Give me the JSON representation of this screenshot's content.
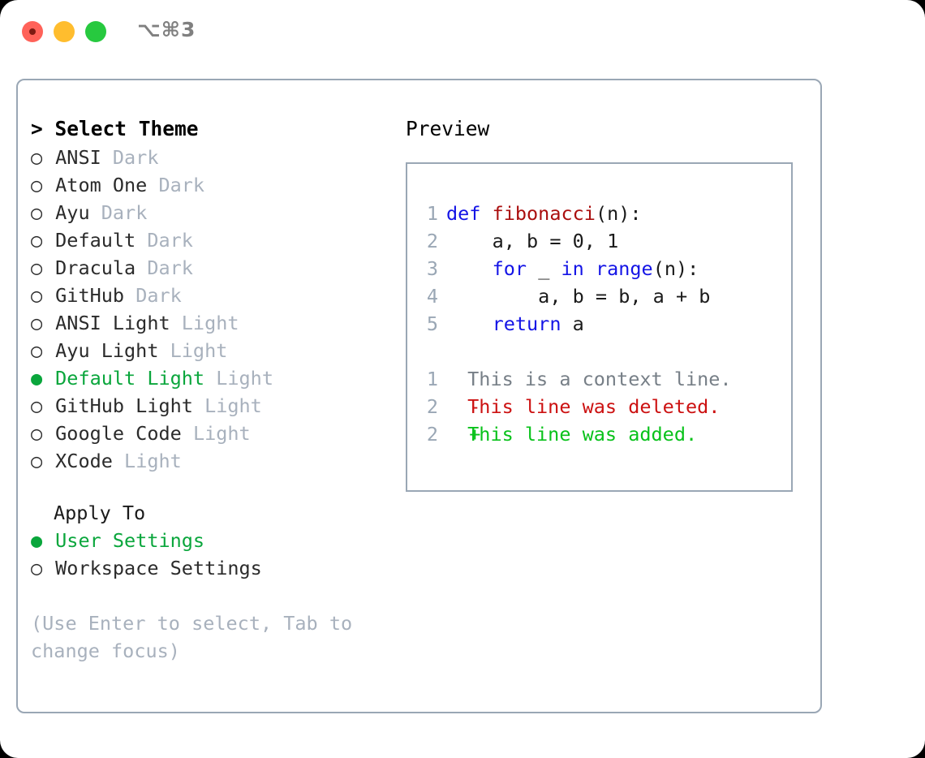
{
  "window": {
    "shortcut_label": "⌥⌘3",
    "traffic_lights": {
      "close": "close-button",
      "minimize": "minimize-button",
      "maximize": "maximize-button"
    }
  },
  "theme_panel": {
    "header_prefix": "> ",
    "header": "Select Theme",
    "radio_selected_glyph": "● ",
    "radio_unselected_glyph": "○ ",
    "items": [
      {
        "name": "ANSI",
        "tag": "Dark",
        "selected": false
      },
      {
        "name": "Atom One",
        "tag": "Dark",
        "selected": false
      },
      {
        "name": "Ayu",
        "tag": "Dark",
        "selected": false
      },
      {
        "name": "Default",
        "tag": "Dark",
        "selected": false
      },
      {
        "name": "Dracula",
        "tag": "Dark",
        "selected": false
      },
      {
        "name": "GitHub",
        "tag": "Dark",
        "selected": false
      },
      {
        "name": "ANSI Light",
        "tag": "Light",
        "selected": false
      },
      {
        "name": "Ayu Light",
        "tag": "Light",
        "selected": false
      },
      {
        "name": "Default Light",
        "tag": "Light",
        "selected": true
      },
      {
        "name": "GitHub Light",
        "tag": "Light",
        "selected": false
      },
      {
        "name": "Google Code",
        "tag": "Light",
        "selected": false
      },
      {
        "name": "XCode",
        "tag": "Light",
        "selected": false
      }
    ]
  },
  "apply_to": {
    "label": "Apply To",
    "options": [
      {
        "name": "User Settings",
        "selected": true
      },
      {
        "name": "Workspace Settings",
        "selected": false
      }
    ]
  },
  "hint": "(Use Enter to select, Tab to\nchange focus)",
  "preview": {
    "title": "Preview",
    "code_lines": [
      {
        "number": "1",
        "tokens": [
          {
            "text": "def ",
            "kind": "kw"
          },
          {
            "text": "fibonacci",
            "kind": "fn"
          },
          {
            "text": "(n):",
            "kind": "pl"
          }
        ]
      },
      {
        "number": "2",
        "tokens": [
          {
            "text": "    a, b = 0, 1",
            "kind": "pl"
          }
        ]
      },
      {
        "number": "3",
        "tokens": [
          {
            "text": "    ",
            "kind": "pl"
          },
          {
            "text": "for",
            "kind": "kw"
          },
          {
            "text": " _ ",
            "kind": "pl"
          },
          {
            "text": "in ",
            "kind": "kw"
          },
          {
            "text": "range",
            "kind": "kw"
          },
          {
            "text": "(n):",
            "kind": "pl"
          }
        ]
      },
      {
        "number": "4",
        "tokens": [
          {
            "text": "        a, b = b, a + b",
            "kind": "pl"
          }
        ]
      },
      {
        "number": "5",
        "tokens": [
          {
            "text": "    ",
            "kind": "pl"
          },
          {
            "text": "return",
            "kind": "kw"
          },
          {
            "text": " a",
            "kind": "pl"
          }
        ]
      }
    ],
    "diff_lines": [
      {
        "number": "1",
        "marker": " ",
        "text": " This is a context line.",
        "kind": "context"
      },
      {
        "number": "2",
        "marker": "-",
        "text": " This line was deleted.",
        "kind": "del"
      },
      {
        "number": "2",
        "marker": "+",
        "text": " This line was added.",
        "kind": "add"
      }
    ]
  },
  "colors": {
    "accent_green": "#0aa63c",
    "muted": "#a8b1bd",
    "border": "#9aa7b5",
    "keyword_blue": "#1414e6",
    "function_red": "#aa0f0f",
    "diff_delete": "#cc1111",
    "diff_add": "#08c21a",
    "traffic_close": "#ff6259",
    "traffic_minimize": "#ffbd2e",
    "traffic_maximize": "#27c93f"
  }
}
